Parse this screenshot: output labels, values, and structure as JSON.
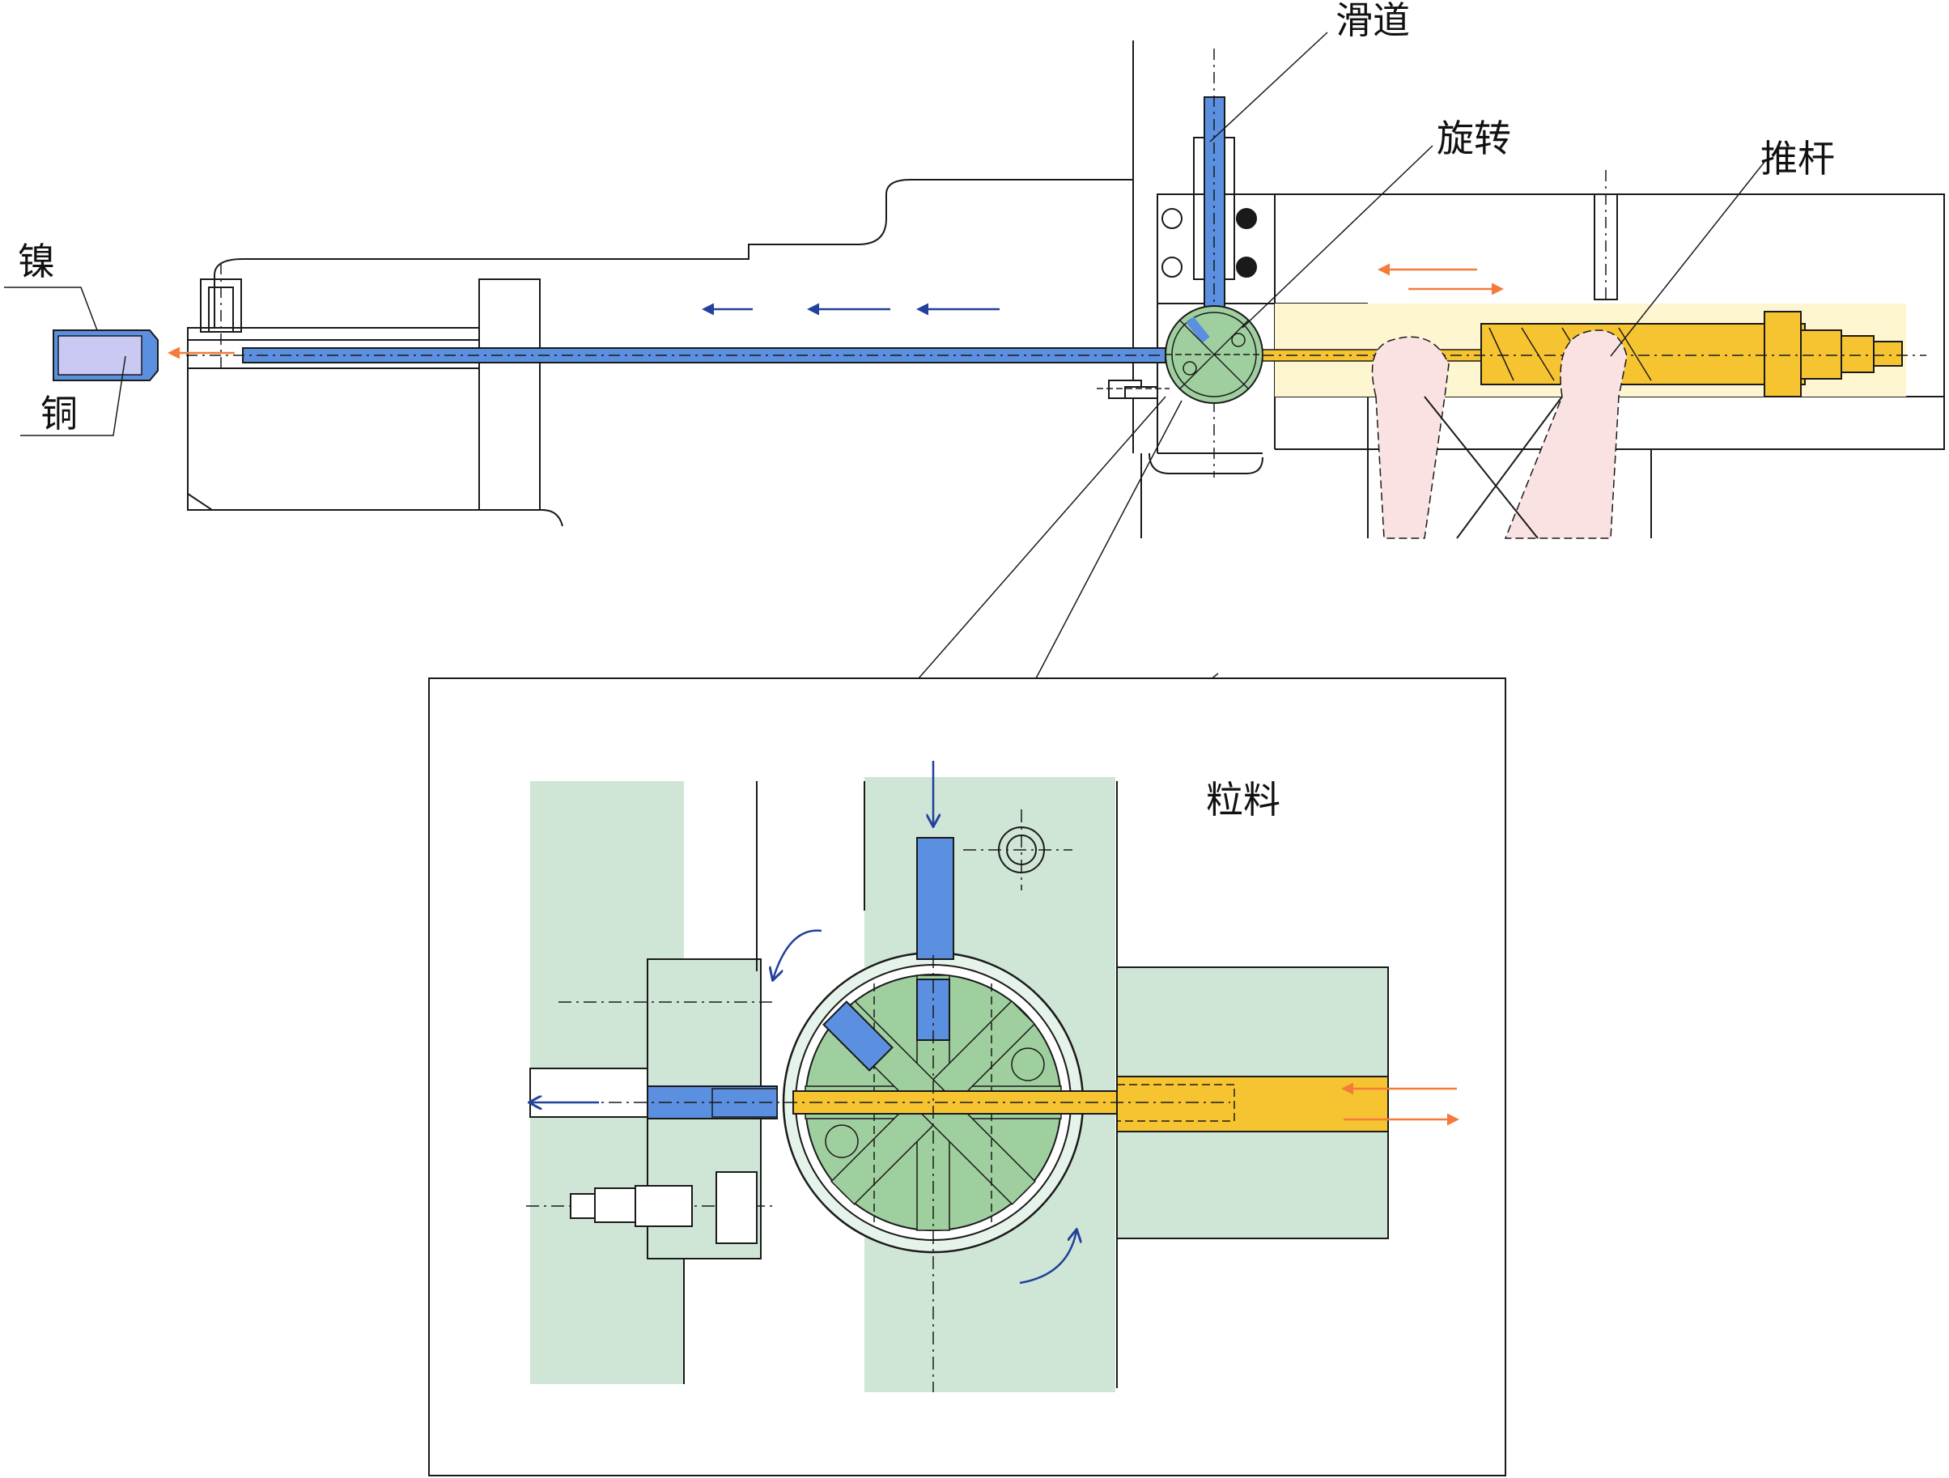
{
  "labels": {
    "nickel": "镍",
    "copper": "铜",
    "slideway": "滑道",
    "rotation": "旋转",
    "pushrod": "推杆",
    "pellet": "粒料"
  },
  "colors": {
    "line": "#1a1a1a",
    "blue_part": "#5b8fe0",
    "blue_dark": "#1e3a8a",
    "gold_part": "#f7c431",
    "gold_light": "#fdf6d0",
    "green_bg": "#cfe6d6",
    "green_disc": "#9fcf9f",
    "pink_hand": "#fbe2e2",
    "orange_arrow": "#f47b3b",
    "navy_arrow": "#23409a",
    "lilac_nickel": "#c9c9f4"
  },
  "icons": {
    "flow_arrow": "left-arrow-icon",
    "reciprocate": "double-arrow-icon",
    "rotation": "curved-arrow-icon"
  }
}
